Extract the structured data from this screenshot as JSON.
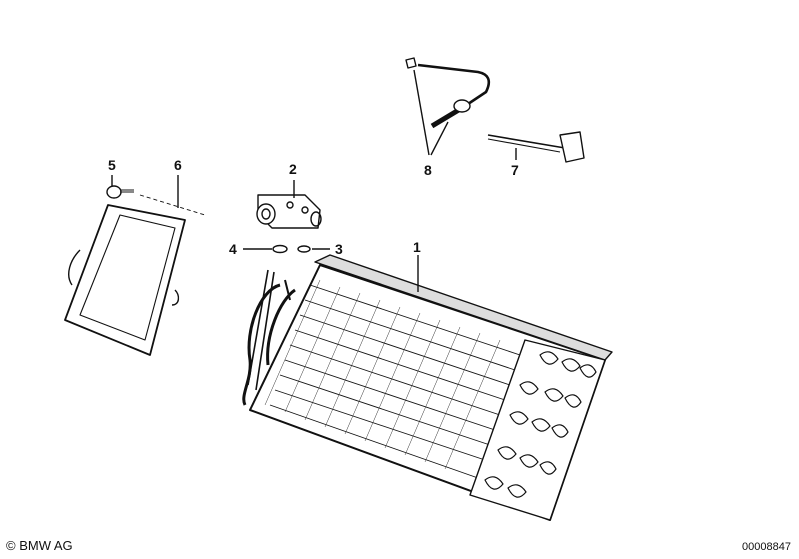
{
  "diagram": {
    "callouts": [
      {
        "id": "1",
        "label": "1"
      },
      {
        "id": "2",
        "label": "2"
      },
      {
        "id": "3",
        "label": "3"
      },
      {
        "id": "4",
        "label": "4"
      },
      {
        "id": "5",
        "label": "5"
      },
      {
        "id": "6",
        "label": "6"
      },
      {
        "id": "7",
        "label": "7"
      },
      {
        "id": "8",
        "label": "8"
      }
    ]
  },
  "footer": {
    "copyright": "© BMW AG",
    "drawing_number": "00008847"
  },
  "colors": {
    "ink": "#111111",
    "paper": "#ffffff"
  }
}
